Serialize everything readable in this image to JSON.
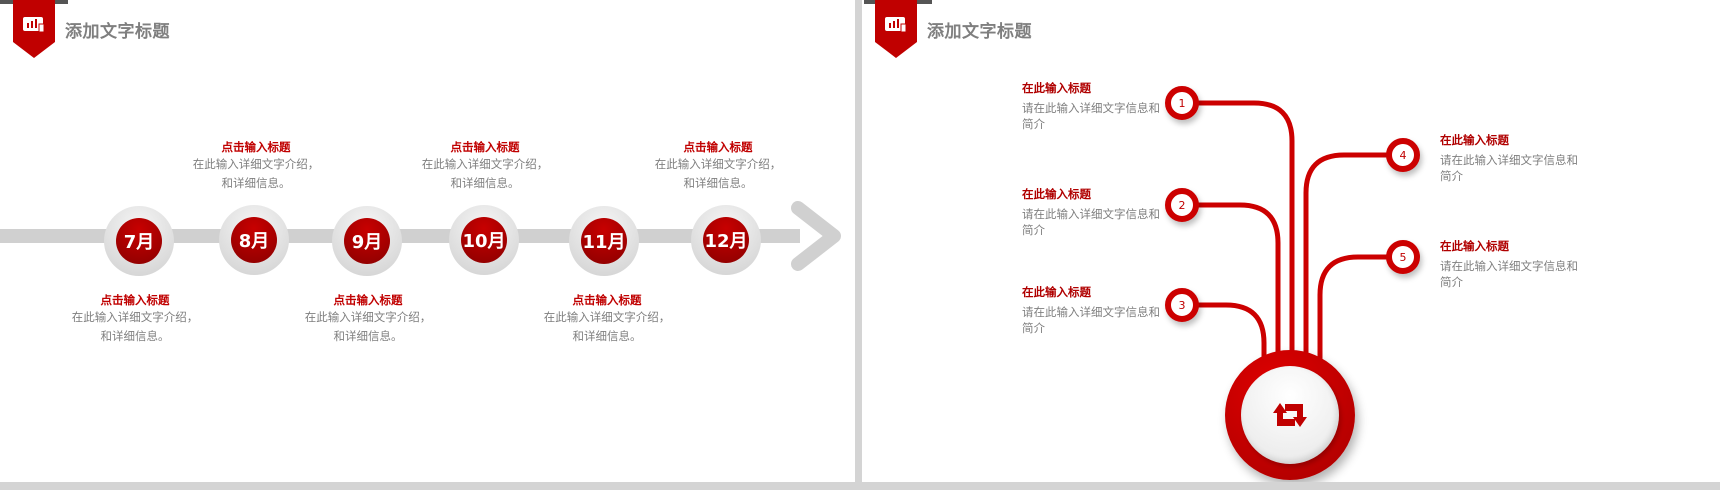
{
  "colors": {
    "accent": "#c00000",
    "track": "#d0d0d0",
    "header_text": "#7f7f7f",
    "body_text": "#7f7f7f"
  },
  "slide1": {
    "header": {
      "title": "添加文字标题",
      "icon": "chart-touch-icon"
    },
    "months": [
      "7月",
      "8月",
      "9月",
      "10月",
      "11月",
      "12月"
    ],
    "top_items": [
      {
        "title": "点击输入标题",
        "line1": "在此输入详细文字介绍，",
        "line2": "和详细信息。"
      },
      {
        "title": "点击输入标题",
        "line1": "在此输入详细文字介绍，",
        "line2": "和详细信息。"
      },
      {
        "title": "点击输入标题",
        "line1": "在此输入详细文字介绍，",
        "line2": "和详细信息。"
      }
    ],
    "bottom_items": [
      {
        "title": "点击输入标题",
        "line1": "在此输入详细文字介绍，",
        "line2": "和详细信息。"
      },
      {
        "title": "点击输入标题",
        "line1": "在此输入详细文字介绍，",
        "line2": "和详细信息。"
      },
      {
        "title": "点击输入标题",
        "line1": "在此输入详细文字介绍，",
        "line2": "和详细信息。"
      }
    ]
  },
  "slide2": {
    "header": {
      "title": "添加文字标题",
      "icon": "chart-touch-icon"
    },
    "nodes": [
      "1",
      "2",
      "3",
      "4",
      "5"
    ],
    "items": [
      {
        "title": "在此输入标题",
        "desc": "请在此输入详细文字信息和简介"
      },
      {
        "title": "在此输入标题",
        "desc": "请在此输入详细文字信息和简介"
      },
      {
        "title": "在此输入标题",
        "desc": "请在此输入详细文字信息和简介"
      },
      {
        "title": "在此输入标题",
        "desc": "请在此输入详细文字信息和简介"
      },
      {
        "title": "在此输入标题",
        "desc": "请在此输入详细文字信息和简介"
      }
    ],
    "hub_icon": "repeat-icon"
  }
}
